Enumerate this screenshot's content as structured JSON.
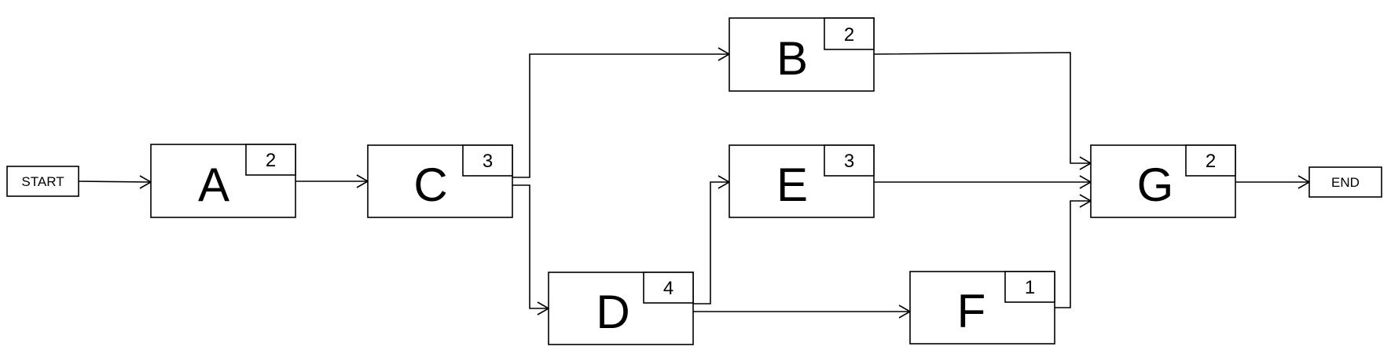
{
  "terminals": {
    "start": "START",
    "end": "END"
  },
  "tasks": {
    "A": {
      "label": "A",
      "duration": "2"
    },
    "B": {
      "label": "B",
      "duration": "2"
    },
    "C": {
      "label": "C",
      "duration": "3"
    },
    "D": {
      "label": "D",
      "duration": "4"
    },
    "E": {
      "label": "E",
      "duration": "3"
    },
    "F": {
      "label": "F",
      "duration": "1"
    },
    "G": {
      "label": "G",
      "duration": "2"
    }
  },
  "edges": [
    {
      "from": "START",
      "to": "A"
    },
    {
      "from": "A",
      "to": "C"
    },
    {
      "from": "C",
      "to": "B"
    },
    {
      "from": "C",
      "to": "D"
    },
    {
      "from": "D",
      "to": "E"
    },
    {
      "from": "D",
      "to": "F"
    },
    {
      "from": "B",
      "to": "G"
    },
    {
      "from": "E",
      "to": "G"
    },
    {
      "from": "F",
      "to": "G"
    },
    {
      "from": "G",
      "to": "END"
    }
  ]
}
